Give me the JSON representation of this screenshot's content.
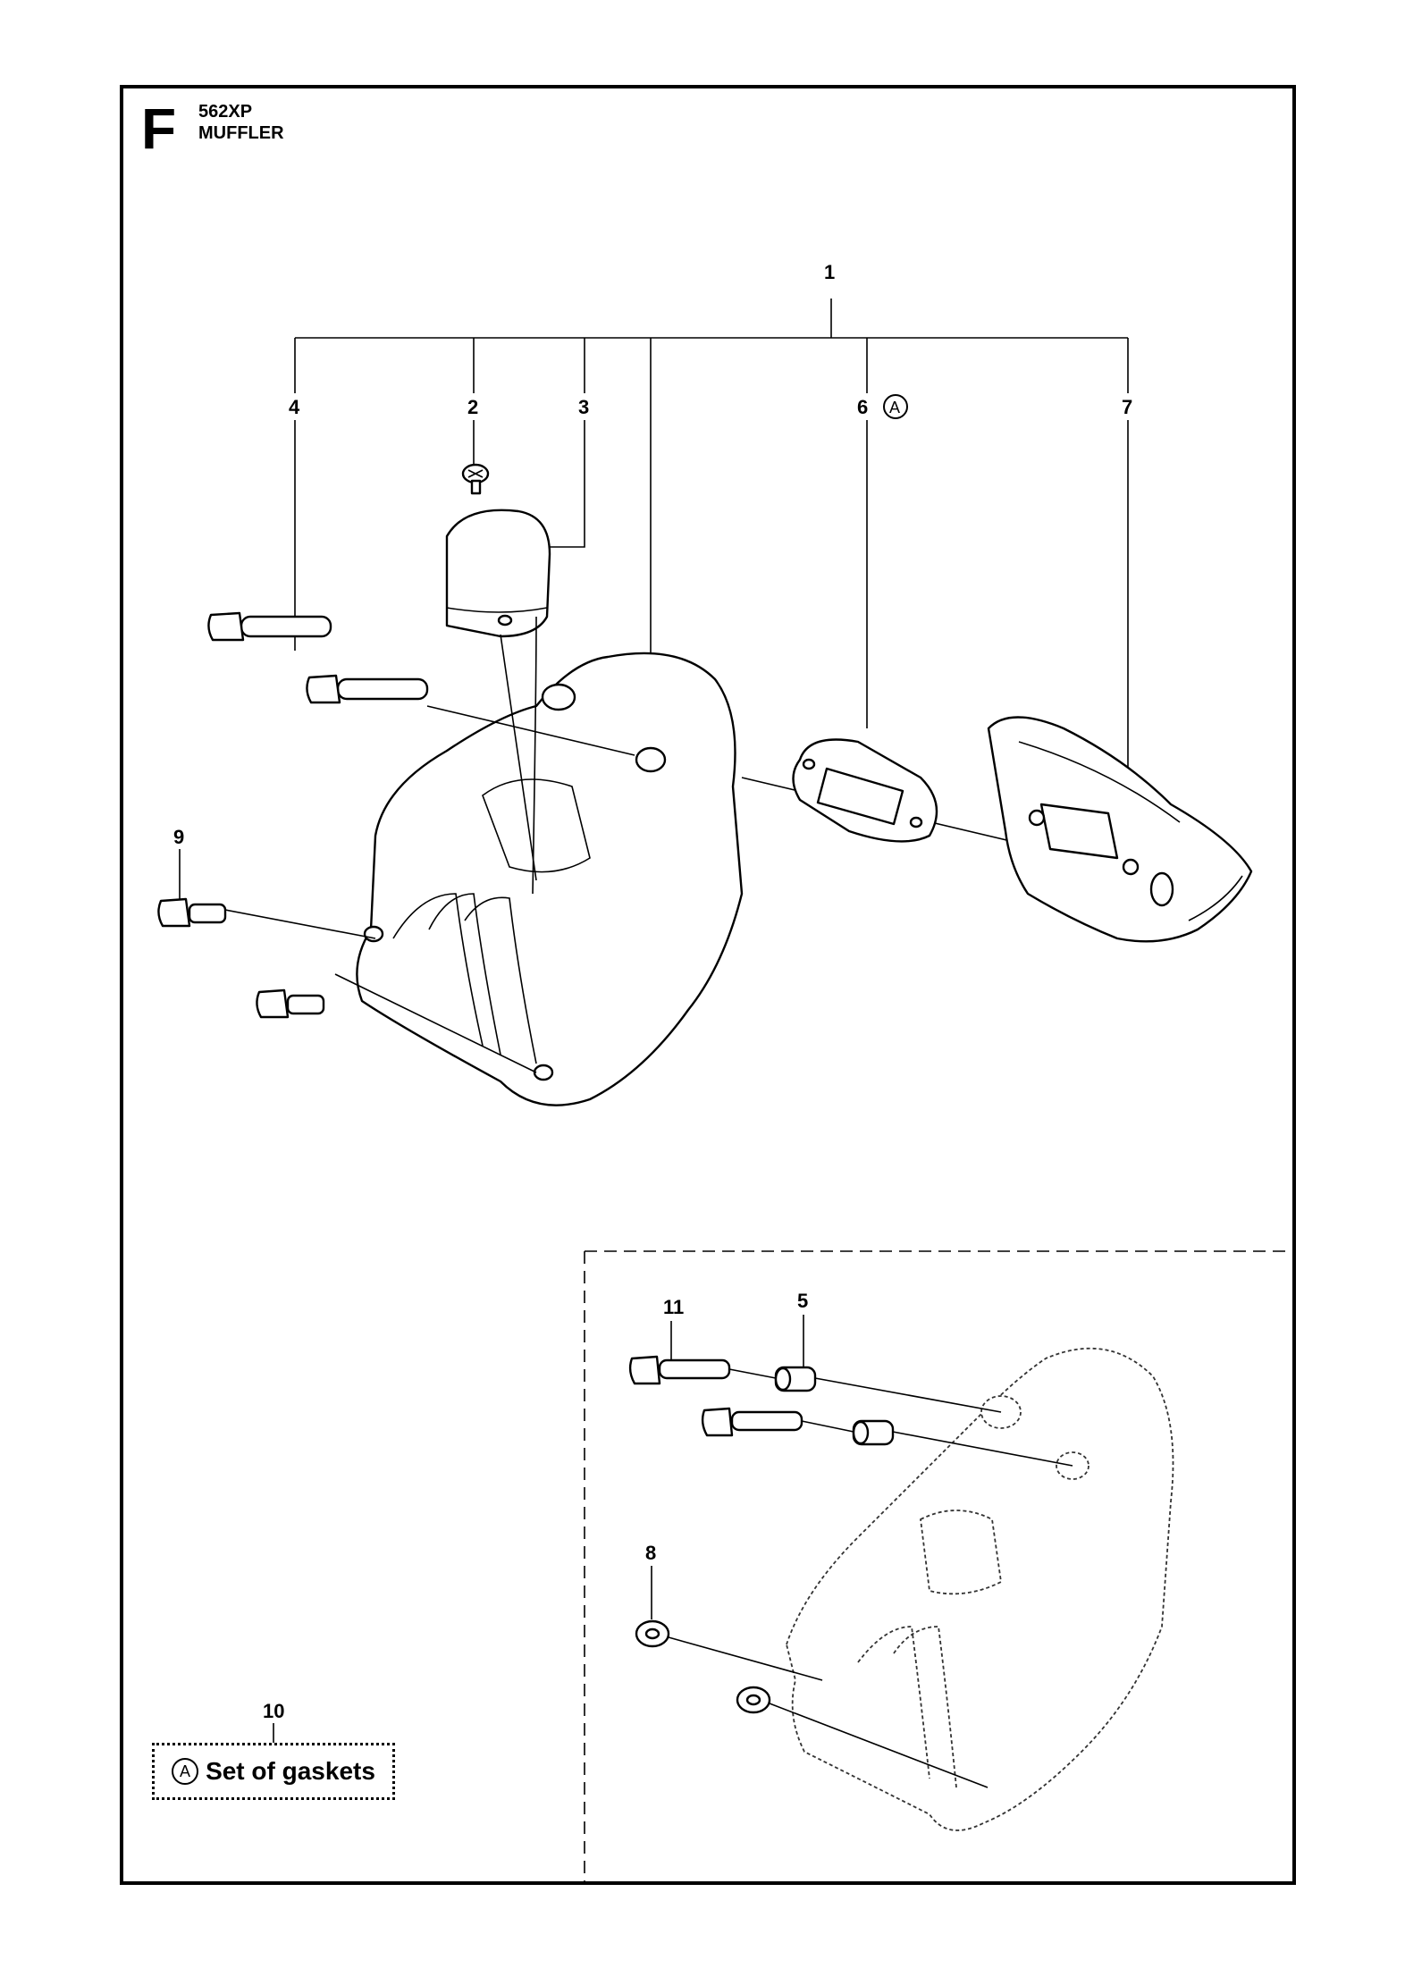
{
  "header": {
    "section_letter": "F",
    "model": "562XP",
    "title": "MUFFLER"
  },
  "callouts": {
    "c1": "1",
    "c2": "2",
    "c3": "3",
    "c4": "4",
    "c5": "5",
    "c6": "6",
    "c6_ref": "A",
    "c7": "7",
    "c8": "8",
    "c9": "9",
    "c10": "10",
    "c11": "11"
  },
  "kit": {
    "ref": "A",
    "label": "Set of gaskets"
  }
}
